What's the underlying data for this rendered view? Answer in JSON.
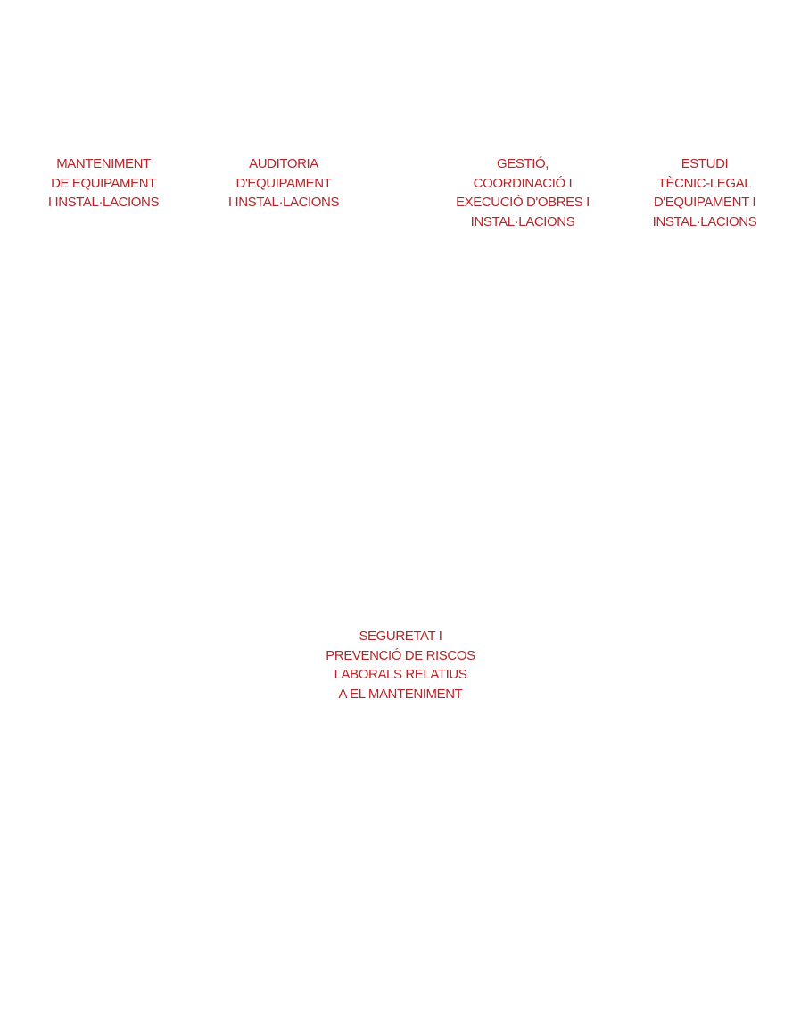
{
  "services": [
    {
      "lines": [
        "MANTENIMENT",
        "DE EQUIPAMENT",
        "I INSTAL·LACIONS"
      ]
    },
    {
      "lines": [
        "AUDITORIA",
        "D'EQUIPAMENT",
        "I INSTAL·LACIONS"
      ]
    },
    {
      "lines": [
        "GESTIÓ,",
        "COORDINACIÓ I",
        "EXECUCIÓ D'OBRES I",
        "INSTAL·LACIONS"
      ]
    },
    {
      "lines": [
        "ESTUDI",
        "TÈCNIC-LEGAL",
        "D'EQUIPAMENT I",
        "INSTAL·LACIONS"
      ]
    },
    {
      "lines": [
        "SEGURETAT I",
        "PREVENCIÓ DE RISCOS",
        "LABORALS RELATIUS",
        "A EL MANTENIMENT"
      ]
    }
  ],
  "colors": {
    "label": "#b3262a",
    "background": "#ffffff"
  }
}
